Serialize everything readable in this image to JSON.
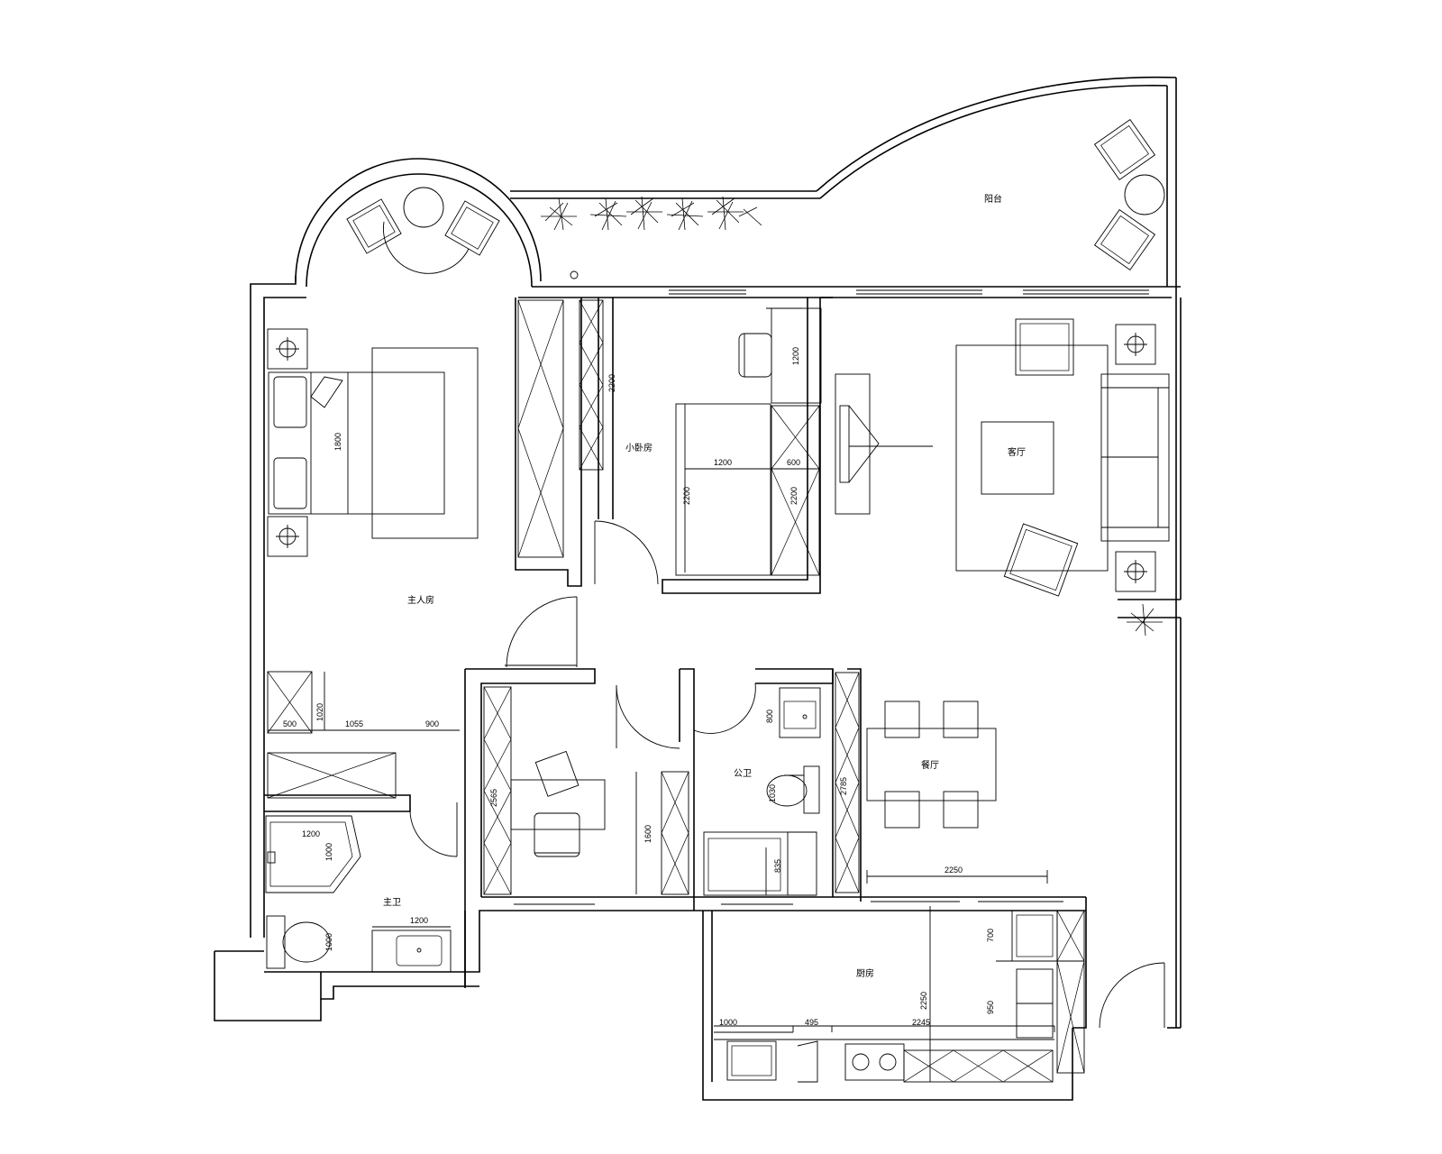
{
  "rooms": {
    "balcony": "阳台",
    "study_bedroom": "小卧房",
    "living_room": "客厅",
    "master_bedroom": "主人房",
    "dining_room": "餐厅",
    "public_bath": "公卫",
    "master_bath": "主卫",
    "kitchen": "厨房"
  },
  "dimensions": {
    "wardrobe_2200": "2200",
    "desk_1200_top": "1200",
    "bed2_1200": "1200",
    "bed2_600": "600",
    "bed2_2200_left": "2200",
    "bed2_2200_right": "2200",
    "master_bed_1800": "1800",
    "cab_500": "500",
    "cab_1020": "1020",
    "hall_1055": "1055",
    "hall_900": "900",
    "study_2565": "2565",
    "study_1600": "1600",
    "pb_800": "800",
    "pb_1030": "1030",
    "pb_835": "835",
    "wardrobe_2785": "2785",
    "dining_2250": "2250",
    "mb_1200_tub": "1200",
    "mb_1000_tub": "1000",
    "mb_1200_sink": "1200",
    "mb_1000_wc": "1000",
    "k_700": "700",
    "k_950": "950",
    "k_2250": "2250",
    "k_1000": "1000",
    "k_495": "495",
    "k_2245": "2245"
  }
}
